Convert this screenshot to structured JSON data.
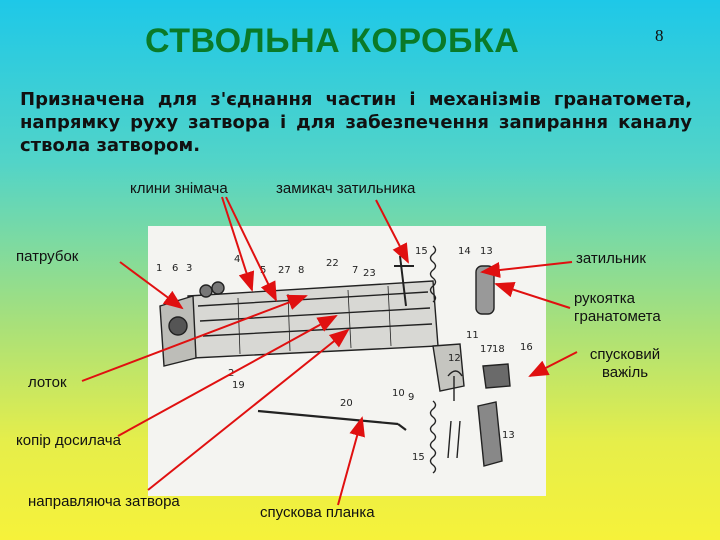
{
  "title": "СТВОЛЬНА КОРОБКА",
  "page_number": "8",
  "description": "Призначена для з'єднання частин і механізмів гранатомета, напрямку руху затвора і для забезпечення запирання каналу ствола затвором.",
  "labels": {
    "wedges": "клини знімача",
    "lock": "замикач затильника",
    "nozzle": "патрубок",
    "butt": "затильник",
    "handle": "рукоятка гранатомета",
    "trigger": "спусковий важіль",
    "tray": "лоток",
    "copier": "копір досилача",
    "guide": "направляюча затвора",
    "trigger_bar": "спускова планка"
  },
  "part_numbers": [
    "1",
    "6",
    "3",
    "4",
    "5",
    "27",
    "8",
    "22",
    "7",
    "23",
    "15",
    "14",
    "13",
    "2",
    "19",
    "20",
    "10",
    "9",
    "17",
    "18",
    "16",
    "11",
    "12",
    "13",
    "15"
  ],
  "colors": {
    "title": "#0a7a28",
    "arrow": "#e01010"
  }
}
